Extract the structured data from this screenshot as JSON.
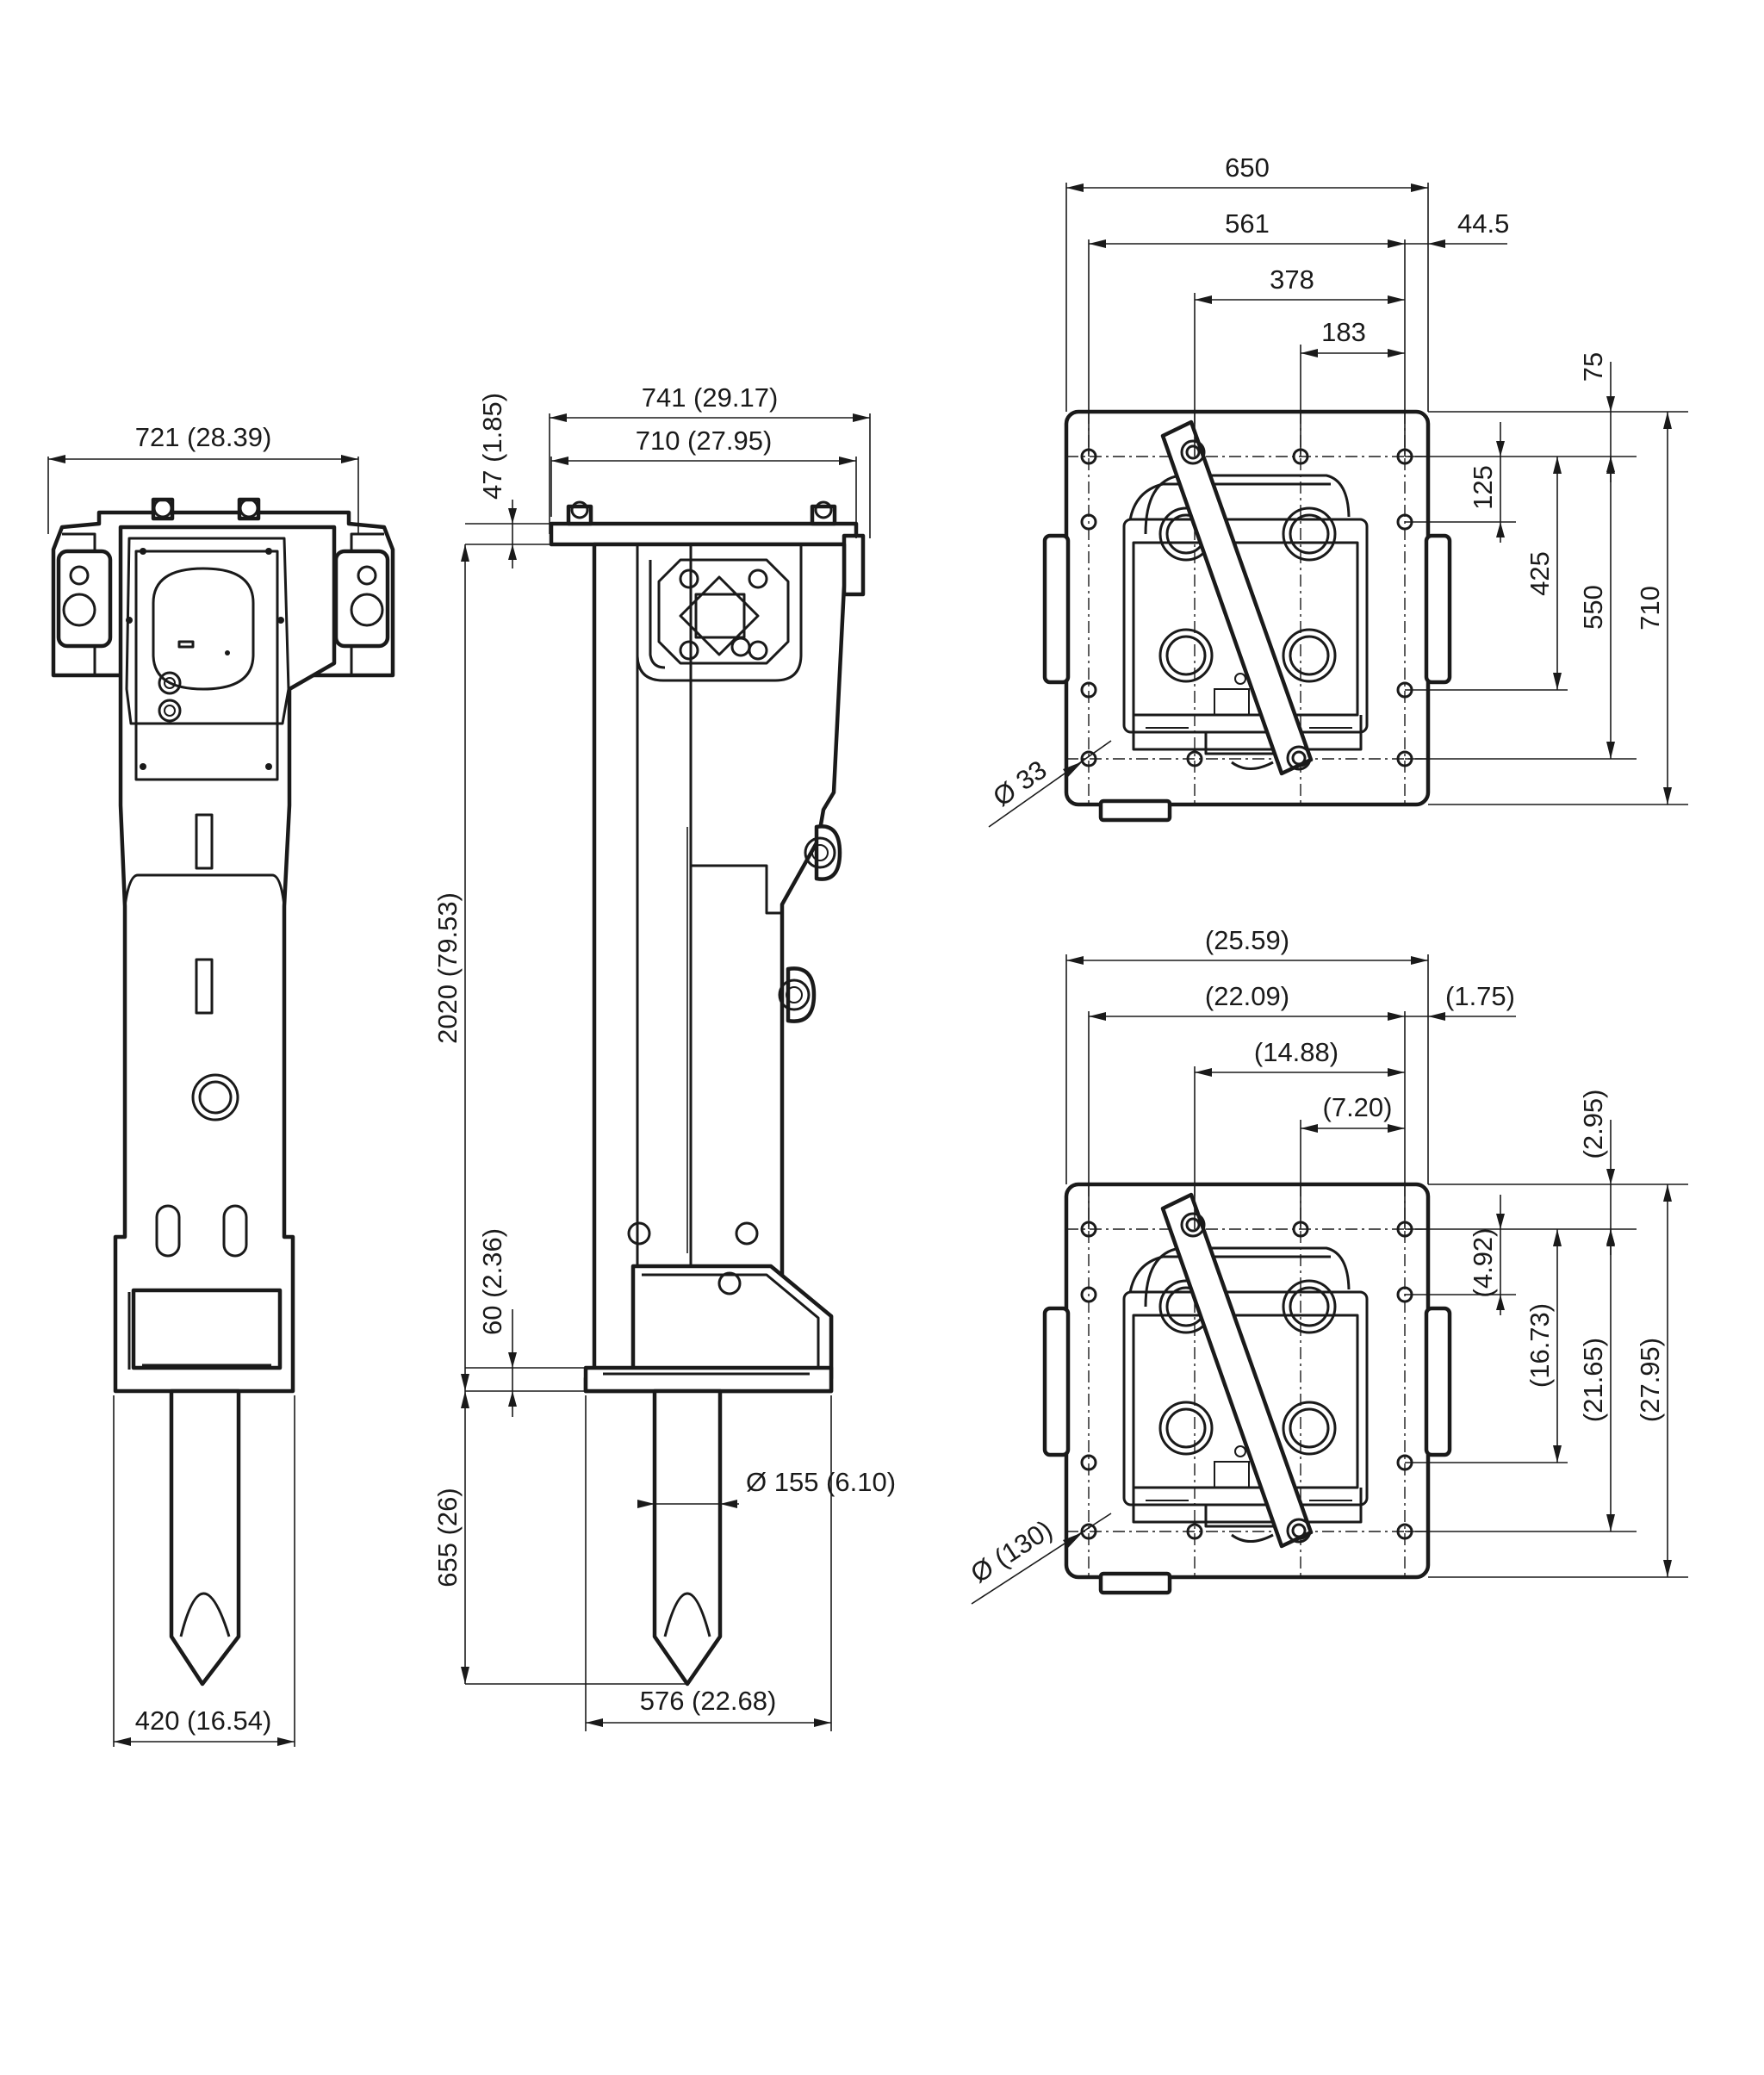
{
  "front_view": {
    "width_top": "721 (28.39)",
    "width_bottom": "420 (16.54)"
  },
  "side_view": {
    "width_overall": "741 (29.17)",
    "width_plate": "710 (27.95)",
    "plate_thickness": "47 (1.85)",
    "body_height": "2020 (79.53)",
    "lower_plate": "60 (2.36)",
    "tool_length": "655 (26)",
    "tool_diameter": "Ø 155 (6.10)",
    "base_width": "576 (22.68)"
  },
  "top_view_mm": {
    "w650": "650",
    "w561": "561",
    "w44_5": "44.5",
    "w378": "378",
    "w183": "183",
    "h75": "75",
    "h125": "125",
    "h425": "425",
    "h550": "550",
    "h710": "710",
    "hole": "Ø 33"
  },
  "top_view_in": {
    "w650": "(25.59)",
    "w561": "(22.09)",
    "w44_5": "(1.75)",
    "w378": "(14.88)",
    "w183": "(7.20)",
    "h75": "(2.95)",
    "h125": "(4.92)",
    "h425": "(16.73)",
    "h550": "(21.65)",
    "h710": "(27.95)",
    "hole": "Ø (130)"
  }
}
